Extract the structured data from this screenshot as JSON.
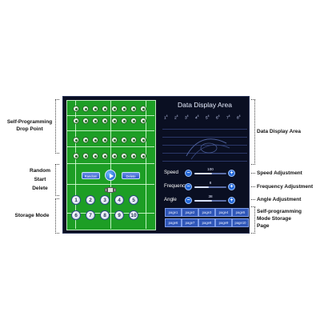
{
  "callouts": {
    "self_programming_drop_point": "Self-Programming\nDrop Point",
    "random": "Random",
    "start": "Start",
    "delete": "Delete",
    "storage_mode": "Storage Mode",
    "data_display_area": "Data Display Area",
    "speed_adjustment": "Speed Adjustment",
    "frequency_adjustment": "Frequency Adjustment",
    "angle_adjustment": "Angle Adjustment",
    "self_programming_mode_storage_page": "Self-programming\nMode Storage\nPage"
  },
  "screen": {
    "title": "Data Display Area",
    "channels": [
      {
        "label": "1",
        "sub": "4"
      },
      {
        "label": "2",
        "sub": "4"
      },
      {
        "label": "3",
        "sub": "4"
      },
      {
        "label": "4",
        "sub": "4"
      },
      {
        "label": "5",
        "sub": "4"
      },
      {
        "label": "6",
        "sub": "4"
      },
      {
        "label": "7",
        "sub": "4"
      },
      {
        "label": "8",
        "sub": "4"
      }
    ],
    "buttons": {
      "random": "Random",
      "delete": "Delete"
    },
    "storage_slots": [
      "1",
      "2",
      "3",
      "4",
      "5",
      "6",
      "7",
      "8",
      "9",
      "10"
    ],
    "params": {
      "speed": {
        "label": "Speed",
        "value": "100",
        "fraction": 0.55
      },
      "frequency": {
        "label": "Frequency",
        "value": "8",
        "fraction": 0.45
      },
      "angle": {
        "label": "Angle",
        "value": "38",
        "fraction": 0.55
      }
    },
    "pages": [
      "page1",
      "page2",
      "page3",
      "page4",
      "page5",
      "page6",
      "page7",
      "page8",
      "page9",
      "page10"
    ]
  },
  "colors": {
    "field_green": "#1d9e25",
    "screen_bg": "#0a0f22",
    "accent_blue": "#2468d8"
  }
}
